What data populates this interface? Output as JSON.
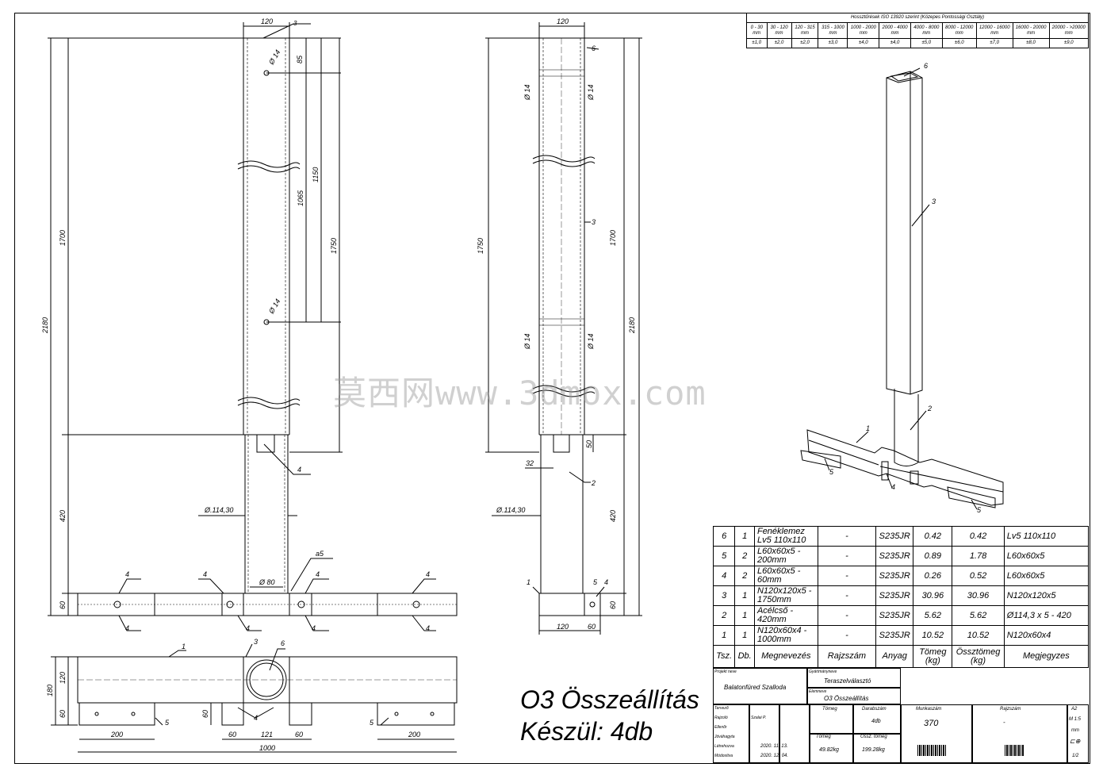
{
  "tolerance_table": {
    "title": "Hossztűrések ISO 13920 szerint (Közepes Pontossági Osztály)",
    "ranges": [
      "0 - 30 mm",
      "30 - 120 mm",
      "120 - 315 mm",
      "315 - 1000 mm",
      "1000 - 2000 mm",
      "2000 - 4000 mm",
      "4000 - 8000 mm",
      "8000 - 12000 mm",
      "12000 - 16000 mm",
      "16000 - 20000 mm",
      "20000 - >20000 mm"
    ],
    "values": [
      "±1,0",
      "±2,0",
      "±2,0",
      "±3,0",
      "±4,0",
      "±4,0",
      "±5,0",
      "±6,0",
      "±7,0",
      "±8,0",
      "±9,0"
    ]
  },
  "bom": {
    "headers": [
      "Tsz.",
      "Db.",
      "Megnevezés",
      "Rajzszám",
      "Anyag",
      "Tömeg (kg)",
      "Össztömeg (kg)",
      "Megjegyzes"
    ],
    "rows": [
      {
        "tsz": "6",
        "db": "1",
        "name": "Fenéklemez Lv5 110x110",
        "drawing": "-",
        "material": "S235JR",
        "mass": "0.42",
        "total": "0.42",
        "note": "Lv5 110x110"
      },
      {
        "tsz": "5",
        "db": "2",
        "name": "L60x60x5 - 200mm",
        "drawing": "-",
        "material": "S235JR",
        "mass": "0.89",
        "total": "1.78",
        "note": "L60x60x5"
      },
      {
        "tsz": "4",
        "db": "2",
        "name": "L60x60x5 - 60mm",
        "drawing": "-",
        "material": "S235JR",
        "mass": "0.26",
        "total": "0.52",
        "note": "L60x60x5"
      },
      {
        "tsz": "3",
        "db": "1",
        "name": "N120x120x5 - 1750mm",
        "drawing": "-",
        "material": "S235JR",
        "mass": "30.96",
        "total": "30.96",
        "note": "N120x120x5"
      },
      {
        "tsz": "2",
        "db": "1",
        "name": "Acélcső - 420mm",
        "drawing": "-",
        "material": "S235JR",
        "mass": "5.62",
        "total": "5.62",
        "note": "Ø114,3 x 5 - 420"
      },
      {
        "tsz": "1",
        "db": "1",
        "name": "N120x60x4 - 1000mm",
        "drawing": "-",
        "material": "S235JR",
        "mass": "10.52",
        "total": "10.52",
        "note": "N120x60x4"
      }
    ]
  },
  "title_block": {
    "project_label": "Projekt neve",
    "project": "Balatonfüred Szalloda",
    "product_label": "Gyártmányneve",
    "product": "Teraszelválasztó",
    "element_label": "Elemneve",
    "element": "O3 Összeállítás",
    "designer_label": "Tervező",
    "drawer_label": "Rajzoló",
    "drawer": "Szalai P.",
    "checker_label": "Ellenőr",
    "approver_label": "Jóváhagyta",
    "created_label": "Létrehozva",
    "created": "2020. 11. 13.",
    "modified_label": "Módosítva",
    "modified": "2020. 12. 04.",
    "mass_label": "Tömeg",
    "mass": "49.82kg",
    "qty_label": "Darabszám",
    "qty": "4db",
    "total_mass_label": "Össz. tömeg",
    "total_mass": "199.28kg",
    "job_label": "Munkaszám",
    "job": "370",
    "drawing_no_label": "Rajzszám",
    "drawing_no": "-",
    "sheet_size": "A2",
    "scale": "M 1:5",
    "unit": "mm",
    "sheet": "1/2"
  },
  "big_title": {
    "line1": "O3 Összeállítás",
    "line2": "Készül: 4db"
  },
  "watermark": "莫西网www.3dmox.com",
  "dims": {
    "front_120": "120",
    "front_85": "85",
    "front_1065": "1065",
    "front_1150": "1150",
    "front_1750": "1750",
    "front_1700": "1700",
    "front_2180": "2180",
    "front_420": "420",
    "front_60": "60",
    "front_phi14a": "Ø 14",
    "front_phi14b": "Ø 14",
    "front_phi114": "Ø.114,30",
    "front_phi80": "Ø 80",
    "side_120": "120",
    "side_1750": "1750",
    "side_1700": "1700",
    "side_2180": "2180",
    "side_420": "420",
    "side_60": "60",
    "side_50": "50",
    "side_32": "32",
    "side_120b": "120",
    "side_60b": "60",
    "side_phi114": "Ø.114,30",
    "side_phi14a": "Ø 14",
    "side_phi14b": "Ø 14",
    "side_phi14c": "Ø 14",
    "side_phi14d": "Ø 14",
    "top_180": "180",
    "top_120": "120",
    "top_60": "60",
    "top_60b": "60",
    "top_200a": "200",
    "top_200b": "200",
    "top_60c": "60",
    "top_121": "121",
    "top_60d": "60",
    "top_1000": "1000",
    "weld_4": "4",
    "weld_3": "3",
    "weld_a5": "a5"
  },
  "callouts": {
    "c1": "1",
    "c2": "2",
    "c3": "3",
    "c4": "4",
    "c5": "5",
    "c6": "6"
  }
}
